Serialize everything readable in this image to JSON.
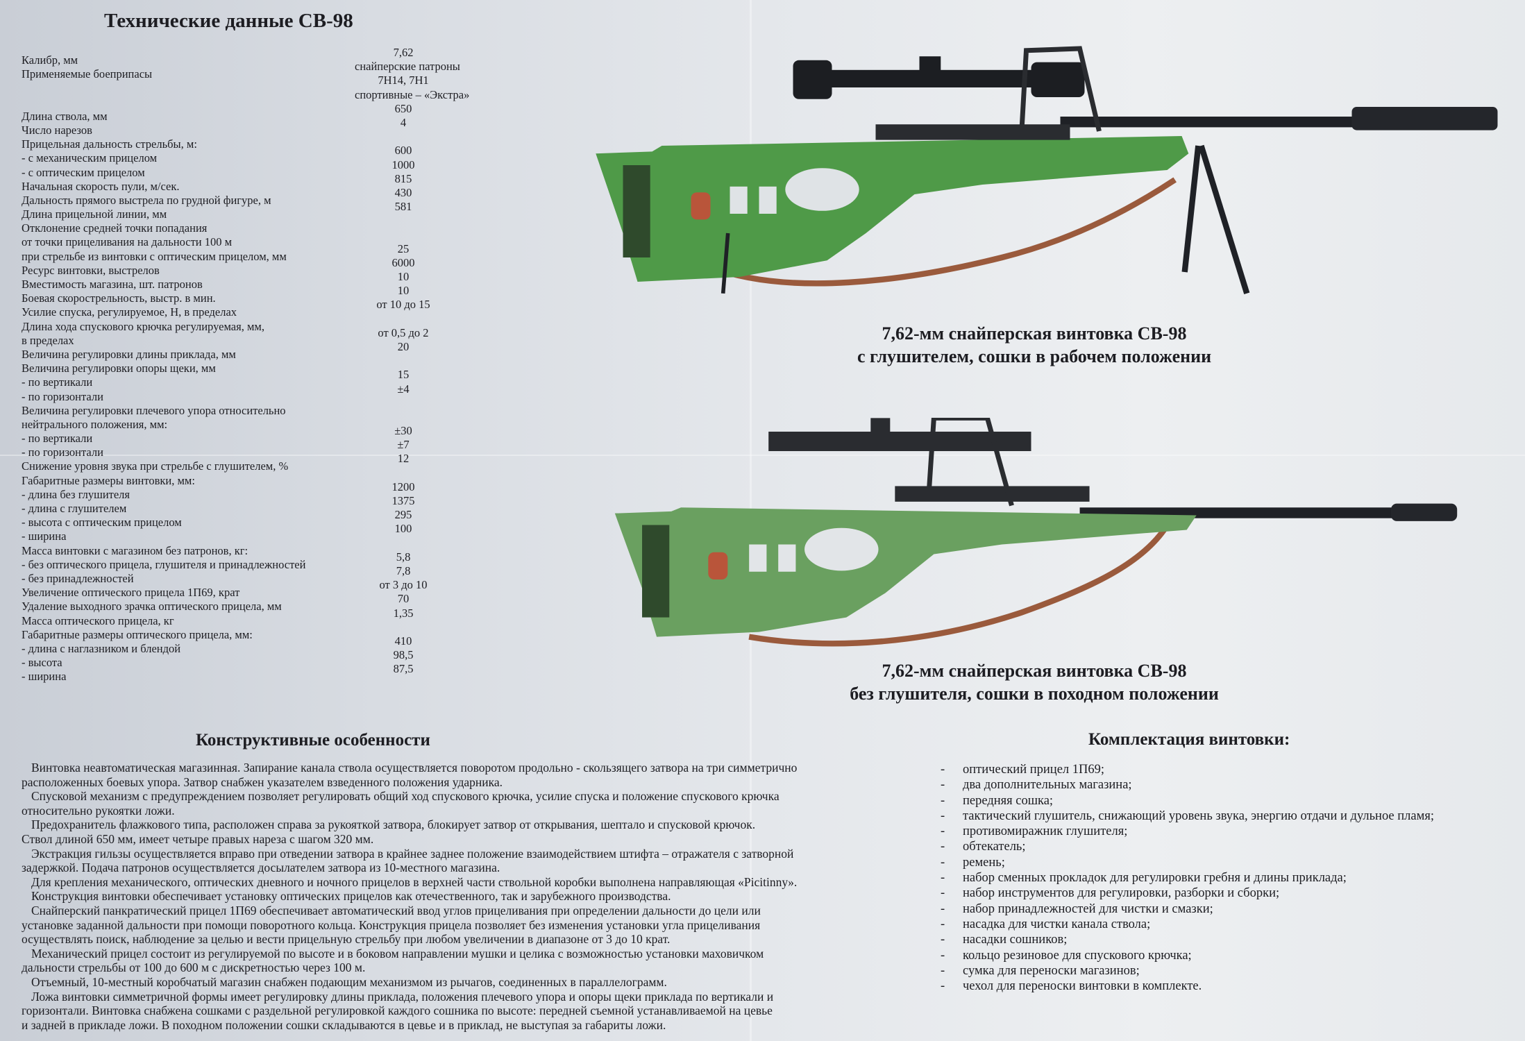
{
  "title": "Технические данные СВ-98",
  "specs": [
    {
      "label": "Калибр, мм",
      "value": "7,62"
    },
    {
      "label": "Применяемые боеприпасы",
      "value": "снайперские патроны"
    },
    {
      "label": "",
      "value": "7Н14, 7Н1"
    },
    {
      "label": "",
      "value": "спортивные – «Экстра»"
    },
    {
      "label": "Длина ствола, мм",
      "value": "650"
    },
    {
      "label": "Число нарезов",
      "value": "4"
    },
    {
      "label": "Прицельная дальность стрельбы, м:",
      "value": ""
    },
    {
      "label": "- с механическим прицелом",
      "value": "600"
    },
    {
      "label": "- с оптическим прицелом",
      "value": "1000"
    },
    {
      "label": "Начальная скорость пули, м/сек.",
      "value": "815"
    },
    {
      "label": "Дальность прямого выстрела по грудной фигуре, м",
      "value": "430"
    },
    {
      "label": "Длина прицельной линии, мм",
      "value": "581"
    },
    {
      "label": "Отклонение средней точки попадания",
      "value": ""
    },
    {
      "label": "от точки прицеливания на дальности 100 м",
      "value": ""
    },
    {
      "label": "при стрельбе из винтовки с оптическим прицелом, мм",
      "value": "25"
    },
    {
      "label": "Ресурс винтовки, выстрелов",
      "value": "6000"
    },
    {
      "label": "Вместимость магазина, шт. патронов",
      "value": "10"
    },
    {
      "label": "Боевая скорострельность, выстр. в мин.",
      "value": "10"
    },
    {
      "label": "Усилие спуска, регулируемое, Н, в пределах",
      "value": "от 10 до 15"
    },
    {
      "label": "Длина хода спускового крючка регулируемая, мм,",
      "value": ""
    },
    {
      "label": "в пределах",
      "value": "от 0,5 до 2"
    },
    {
      "label": "Величина регулировки длины приклада, мм",
      "value": "20"
    },
    {
      "label": "Величина регулировки опоры щеки, мм",
      "value": ""
    },
    {
      "label": "- по вертикали",
      "value": "15"
    },
    {
      "label": "- по горизонтали",
      "value": "±4"
    },
    {
      "label": "Величина регулировки плечевого упора относительно",
      "value": ""
    },
    {
      "label": "нейтрального положения, мм:",
      "value": ""
    },
    {
      "label": "- по вертикали",
      "value": "±30"
    },
    {
      "label": "- по горизонтали",
      "value": "±7"
    },
    {
      "label": "Снижение уровня звука при стрельбе с глушителем, %",
      "value": "12"
    },
    {
      "label": "Габаритные размеры винтовки, мм:",
      "value": ""
    },
    {
      "label": "- длина без глушителя",
      "value": "1200"
    },
    {
      "label": "- длина с глушителем",
      "value": "1375"
    },
    {
      "label": "- высота с оптическим прицелом",
      "value": "295"
    },
    {
      "label": "- ширина",
      "value": "100"
    },
    {
      "label": "Масса винтовки с магазином без патронов, кг:",
      "value": ""
    },
    {
      "label": "- без оптического прицела, глушителя и принадлежностей",
      "value": "5,8"
    },
    {
      "label": "- без принадлежностей",
      "value": "7,8"
    },
    {
      "label": "Увеличение оптического прицела 1П69, крат",
      "value": "от 3 до 10"
    },
    {
      "label": "Удаление выходного зрачка оптического прицела, мм",
      "value": "70"
    },
    {
      "label": "Масса оптического прицела, кг",
      "value": "1,35"
    },
    {
      "label": "Габаритные размеры оптического прицела, мм:",
      "value": ""
    },
    {
      "label": "- длина с наглазником и блендой",
      "value": "410"
    },
    {
      "label": "- высота",
      "value": "98,5"
    },
    {
      "label": "- ширина",
      "value": "87,5"
    }
  ],
  "rifle_top": {
    "caption_line1": "7,62-мм снайперская винтовка СВ-98",
    "caption_line2": "с глушителем, сошки в рабочем положении"
  },
  "rifle_bottom": {
    "caption_line1": "7,62-мм снайперская винтовка СВ-98",
    "caption_line2": "без глушителя, сошки в походном положении"
  },
  "features": {
    "heading": "Конструктивные особенности",
    "paragraphs": [
      [
        "Винтовка неавтоматическая магазинная. Запирание канала ствола осуществляется поворотом продольно - скользящего затвора на три симметрично",
        "расположенных боевых упора. Затвор снабжен указателем взведенного положения ударника."
      ],
      [
        "Спусковой механизм с предупреждением позволяет регулировать общий ход спускового крючка, усилие спуска и положение спускового крючка",
        "относительно рукоятки ложи."
      ],
      [
        "Предохранитель флажкового типа, расположен справа за рукояткой затвора, блокирует затвор от открывания, шептало и спусковой крючок.",
        "Ствол длиной 650 мм, имеет четыре правых нареза с шагом 320 мм."
      ],
      [
        "Экстракция гильзы осуществляется вправо при отведении затвора в крайнее заднее положение взаимодействием штифта – отражателя с затворной",
        "задержкой. Подача патронов осуществляется досылателем затвора из 10-местного магазина."
      ],
      [
        "Для крепления механического, оптических дневного и ночного прицелов в верхней части ствольной коробки выполнена направляющая «Picitinny»."
      ],
      [
        "Конструкция винтовки обеспечивает установку оптических прицелов как отечественного, так и зарубежного производства."
      ],
      [
        "Снайперский панкратический прицел 1П69 обеспечивает автоматический ввод углов прицеливания при определении дальности до цели или",
        "установке заданной дальности при помощи поворотного кольца. Конструкция прицела позволяет без изменения установки угла прицеливания",
        "осуществлять поиск, наблюдение за целью и вести прицельную стрельбу при любом увеличении в диапазоне от 3 до 10 крат."
      ],
      [
        "Механический прицел состоит из регулируемой по высоте и в боковом направлении мушки и целика с возможностью установки маховичком",
        "дальности стрельбы от 100 до 600 м с дискретностью через 100 м."
      ],
      [
        "Отъемный, 10-местный коробчатый магазин снабжен подающим механизмом из рычагов, соединенных в параллелограмм."
      ],
      [
        "Ложа винтовки симметричной формы имеет регулировку длины приклада, положения плечевого упора и опоры щеки приклада по вертикали и",
        "горизонтали. Винтовка снабжена сошками с раздельной регулировкой каждого сошника по высоте: передней съемной устанавливаемой на цевье",
        "и задней в прикладе ложи. В походном положении сошки складываются в цевье и в приклад, не выступая за габариты ложи."
      ]
    ]
  },
  "kit": {
    "heading": "Комплектация винтовки:",
    "bullet": "-",
    "items": [
      "оптический прицел 1П69;",
      "два дополнительных магазина;",
      "передняя сошка;",
      "тактический глушитель, снижающий уровень звука, энергию отдачи и дульное пламя;",
      "противомиражник глушителя;",
      "обтекатель;",
      "ремень;",
      "набор сменных прокладок для регулировки гребня и длины приклада;",
      "набор инструментов для регулировки, разборки и сборки;",
      "набор принадлежностей для чистки и смазки;",
      "насадка для чистки канала ствола;",
      "насадки сошников;",
      "кольцо резиновое для спускового крючка;",
      "сумка для переноски магазинов;",
      "чехол для переноски винтовки в комплекте."
    ]
  },
  "colors": {
    "stock_green": "#4f9a48",
    "metal": "#1f2126",
    "sling": "#9a5a3c",
    "text": "#1d1d22"
  }
}
